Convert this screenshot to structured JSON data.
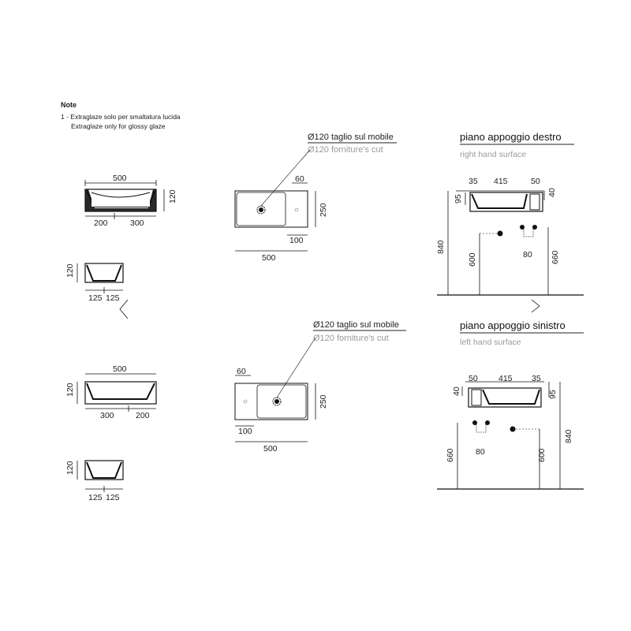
{
  "notes": {
    "title": "Note",
    "line1": "1 - Extraglaze solo per smaltatura lucida",
    "line2": "Extraglaze only for glossy glaze"
  },
  "callouts": {
    "top_main": "Ø120 taglio sul mobile",
    "top_sub": "Ø120 forniture's cut",
    "bottom_main": "Ø120 taglio sul mobile",
    "bottom_sub": "Ø120 forniture's cut"
  },
  "surfaces": {
    "right_title": "piano appoggio destro",
    "right_sub": "right hand surface",
    "left_title": "piano appoggio sinistro",
    "left_sub": "left hand surface"
  },
  "dimensions": {
    "front_top": {
      "width": "500",
      "height": "120",
      "left": "200",
      "right": "300"
    },
    "side_top": {
      "height": "120",
      "left": "125",
      "right": "125"
    },
    "plan_top": {
      "width": "500",
      "depth": "250",
      "edge": "60",
      "hole": "100"
    },
    "elev_right": {
      "a": "35",
      "b": "415",
      "c": "50",
      "rim": "95",
      "thick": "40",
      "top": "840",
      "drain": "600",
      "supply": "660",
      "spacing": "80"
    },
    "front_bottom": {
      "width": "500",
      "height": "120",
      "left": "300",
      "right": "200"
    },
    "side_bottom": {
      "height": "120",
      "left": "125",
      "right": "125"
    },
    "plan_bottom": {
      "width": "500",
      "depth": "250",
      "edge": "60",
      "hole": "100"
    },
    "elev_left": {
      "a": "50",
      "b": "415",
      "c": "35",
      "rim": "95",
      "thick": "40",
      "top": "840",
      "drain": "600",
      "supply": "660",
      "spacing": "80"
    }
  }
}
